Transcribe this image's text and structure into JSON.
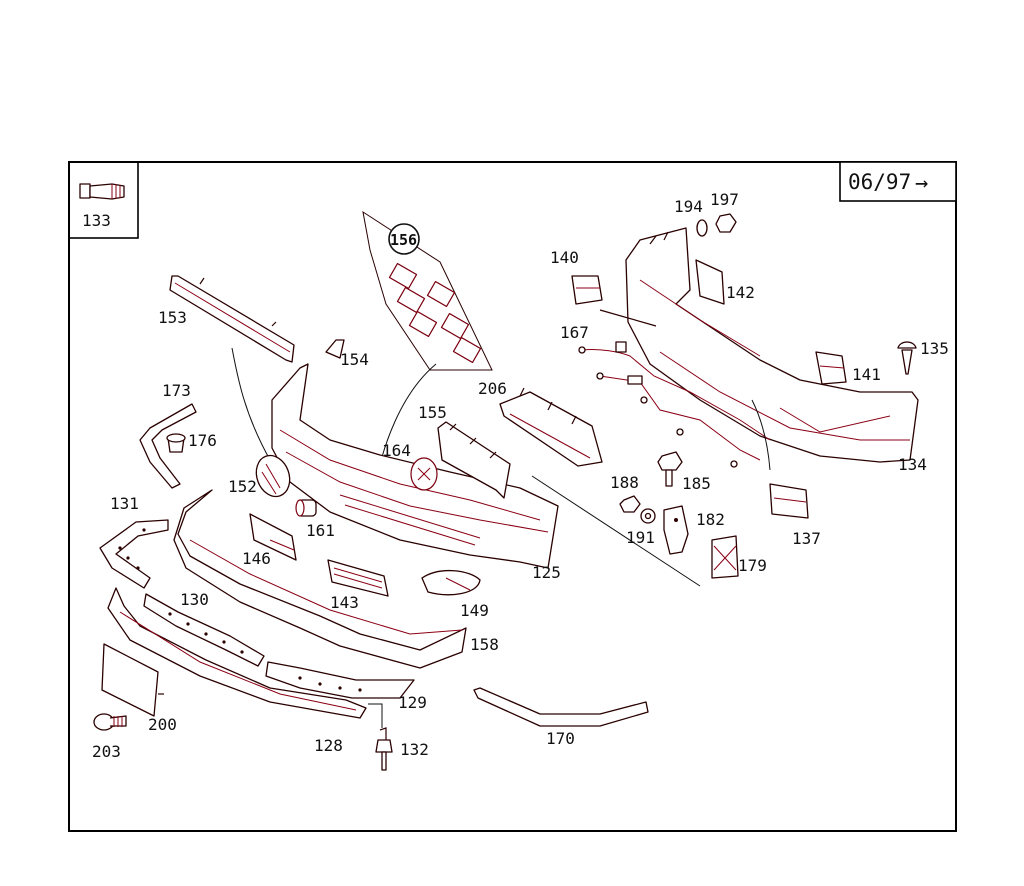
{
  "diagram": {
    "date_box": {
      "text": "06/97",
      "arrow": "→"
    },
    "inset_label": "133",
    "circled_label": "156",
    "labels": {
      "l125": "125",
      "l128": "128",
      "l129": "129",
      "l130": "130",
      "l131": "131",
      "l132": "132",
      "l134": "134",
      "l135": "135",
      "l137": "137",
      "l140": "140",
      "l141": "141",
      "l142": "142",
      "l143": "143",
      "l146": "146",
      "l149": "149",
      "l152": "152",
      "l153": "153",
      "l154": "154",
      "l155": "155",
      "l158": "158",
      "l161": "161",
      "l164": "164",
      "l167": "167",
      "l170": "170",
      "l173": "173",
      "l176": "176",
      "l179": "179",
      "l182": "182",
      "l185": "185",
      "l188": "188",
      "l191": "191",
      "l194": "194",
      "l197": "197",
      "l200": "200",
      "l203": "203",
      "l206": "206"
    },
    "colors": {
      "ink": "#111111",
      "outline": "#2a0000",
      "accent": "#8a0014",
      "frame": "#000000"
    }
  }
}
